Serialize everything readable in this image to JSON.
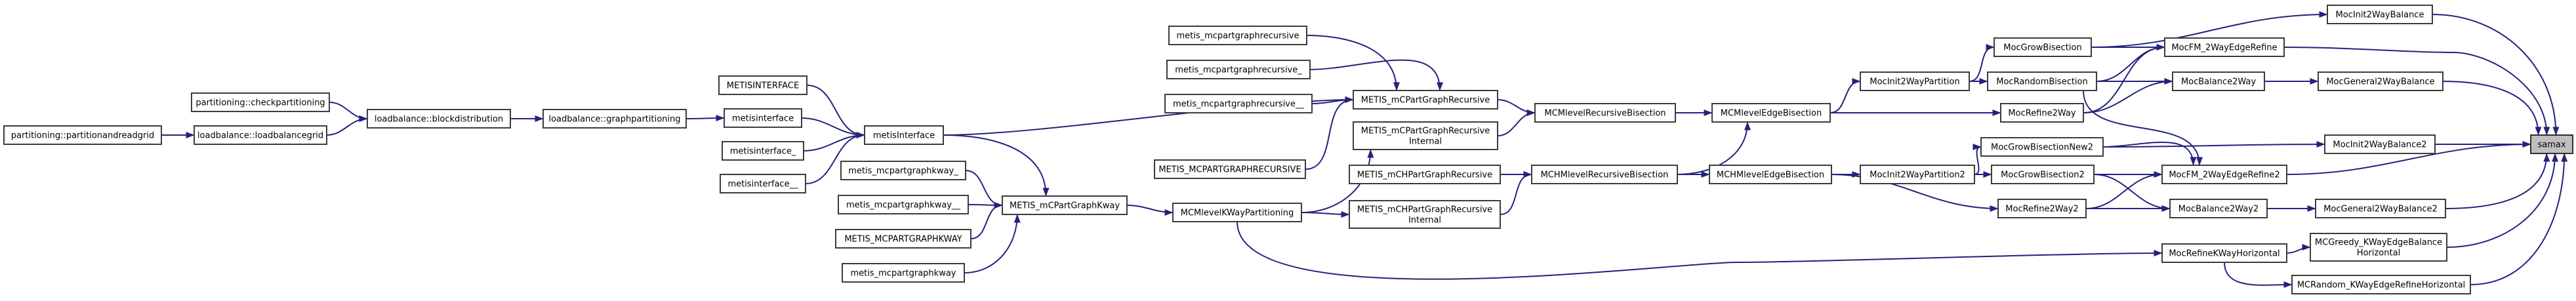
{
  "diagram": {
    "type": "call-graph",
    "direction": "left-to-right",
    "root_function": "samax",
    "background_color": "#ffffff",
    "node_fill": "#ffffff",
    "node_border_color": "#3c3c3c",
    "root_node_fill": "#bfbfbf",
    "edge_color": "#23237d",
    "text_color": "#000000"
  },
  "nodes": [
    {
      "id": "n01",
      "label": "partitioning::partitionandreadgrid"
    },
    {
      "id": "n02",
      "label": "partitioning::checkpartitioning"
    },
    {
      "id": "n03",
      "label": "loadbalance::loadbalancegrid"
    },
    {
      "id": "n04",
      "label": "loadbalance::blockdistribution"
    },
    {
      "id": "n05",
      "label": "loadbalance::graphpartitioning"
    },
    {
      "id": "n06",
      "label": "METISINTERFACE"
    },
    {
      "id": "n07",
      "label": "metisinterface"
    },
    {
      "id": "n08",
      "label": "metisinterface_"
    },
    {
      "id": "n09",
      "label": "metisinterface__"
    },
    {
      "id": "n10",
      "label": "metisInterface"
    },
    {
      "id": "n11",
      "label": "metis_mcpartgraphkway_"
    },
    {
      "id": "n12",
      "label": "metis_mcpartgraphkway__"
    },
    {
      "id": "n13",
      "label": "METIS_MCPARTGRAPHKWAY"
    },
    {
      "id": "n14",
      "label": "metis_mcpartgraphkway"
    },
    {
      "id": "n15",
      "label": "metis_mcpartgraphrecursive"
    },
    {
      "id": "n16",
      "label": "metis_mcpartgraphrecursive_"
    },
    {
      "id": "n17",
      "label": "metis_mcpartgraphrecursive__"
    },
    {
      "id": "n18",
      "label": "METIS_MCPARTGRAPHRECURSIVE"
    },
    {
      "id": "n19",
      "label": "METIS_mCPartGraphKway"
    },
    {
      "id": "n20",
      "label": "MCMlevelKWayPartitioning"
    },
    {
      "id": "n21",
      "label": "METIS_mCPartGraphRecursive"
    },
    {
      "id": "n22",
      "label": [
        "METIS_mCPartGraphRecursive",
        "Internal"
      ]
    },
    {
      "id": "n23",
      "label": "METIS_mCHPartGraphRecursive"
    },
    {
      "id": "n24",
      "label": [
        "METIS_mCHPartGraphRecursive",
        "Internal"
      ]
    },
    {
      "id": "n25",
      "label": "MCMlevelRecursiveBisection"
    },
    {
      "id": "n26",
      "label": "MCHMlevelRecursiveBisection"
    },
    {
      "id": "n27",
      "label": "MCMlevelEdgeBisection"
    },
    {
      "id": "n28",
      "label": "MCHMlevelEdgeBisection"
    },
    {
      "id": "n29",
      "label": "MocInit2WayPartition"
    },
    {
      "id": "n30",
      "label": "MocInit2WayPartition2"
    },
    {
      "id": "n31",
      "label": "MocGrowBisection"
    },
    {
      "id": "n32",
      "label": "MocRandomBisection"
    },
    {
      "id": "n33",
      "label": "MocRefine2Way"
    },
    {
      "id": "n34",
      "label": "MocGrowBisectionNew2"
    },
    {
      "id": "n35",
      "label": "MocGrowBisection2"
    },
    {
      "id": "n36",
      "label": "MocRefine2Way2"
    },
    {
      "id": "n37",
      "label": "MocRefineKWayHorizontal"
    },
    {
      "id": "n38",
      "label": "MocFM_2WayEdgeRefine"
    },
    {
      "id": "n39",
      "label": "MocBalance2Way"
    },
    {
      "id": "n40",
      "label": "MocFM_2WayEdgeRefine2"
    },
    {
      "id": "n41",
      "label": "MocBalance2Way2"
    },
    {
      "id": "n42",
      "label": "MocInit2WayBalance"
    },
    {
      "id": "n43",
      "label": "MocGeneral2WayBalance"
    },
    {
      "id": "n44",
      "label": "MocInit2WayBalance2"
    },
    {
      "id": "n45",
      "label": "MocGeneral2WayBalance2"
    },
    {
      "id": "n46",
      "label": [
        "MCGreedy_KWayEdgeBalance",
        "Horizontal"
      ]
    },
    {
      "id": "n47",
      "label": "MCRandom_KWayEdgeRefineHorizontal"
    },
    {
      "id": "n48",
      "label": "samax",
      "root": true
    }
  ],
  "edges": [
    {
      "from": "n02",
      "to": "n04"
    },
    {
      "from": "n01",
      "to": "n03"
    },
    {
      "from": "n03",
      "to": "n04"
    },
    {
      "from": "n04",
      "to": "n05"
    },
    {
      "from": "n05",
      "to": "n07"
    },
    {
      "from": "n06",
      "to": "n10"
    },
    {
      "from": "n07",
      "to": "n10"
    },
    {
      "from": "n08",
      "to": "n10"
    },
    {
      "from": "n09",
      "to": "n10"
    },
    {
      "from": "n10",
      "to": "n21"
    },
    {
      "from": "n10",
      "to": "n19"
    },
    {
      "from": "n11",
      "to": "n19"
    },
    {
      "from": "n12",
      "to": "n19"
    },
    {
      "from": "n13",
      "to": "n19"
    },
    {
      "from": "n14",
      "to": "n19"
    },
    {
      "from": "n15",
      "to": "n21"
    },
    {
      "from": "n16",
      "to": "n21"
    },
    {
      "from": "n17",
      "to": "n21"
    },
    {
      "from": "n18",
      "to": "n21"
    },
    {
      "from": "n19",
      "to": "n20"
    },
    {
      "from": "n20",
      "to": "n22"
    },
    {
      "from": "n20",
      "to": "n24"
    },
    {
      "from": "n20",
      "to": "n37"
    },
    {
      "from": "n21",
      "to": "n25"
    },
    {
      "from": "n22",
      "to": "n25"
    },
    {
      "from": "n23",
      "to": "n26"
    },
    {
      "from": "n24",
      "to": "n26"
    },
    {
      "from": "n25",
      "to": "n27"
    },
    {
      "from": "n26",
      "to": "n27"
    },
    {
      "from": "n26",
      "to": "n28"
    },
    {
      "from": "n27",
      "to": "n29"
    },
    {
      "from": "n27",
      "to": "n33"
    },
    {
      "from": "n28",
      "to": "n30"
    },
    {
      "from": "n28",
      "to": "n36"
    },
    {
      "from": "n29",
      "to": "n31"
    },
    {
      "from": "n29",
      "to": "n32"
    },
    {
      "from": "n31",
      "to": "n38"
    },
    {
      "from": "n31",
      "to": "n42"
    },
    {
      "from": "n32",
      "to": "n39"
    },
    {
      "from": "n32",
      "to": "n38"
    },
    {
      "from": "n32",
      "to": "n40"
    },
    {
      "from": "n33",
      "to": "n38"
    },
    {
      "from": "n33",
      "to": "n39"
    },
    {
      "from": "n30",
      "to": "n34"
    },
    {
      "from": "n30",
      "to": "n35"
    },
    {
      "from": "n34",
      "to": "n44"
    },
    {
      "from": "n34",
      "to": "n40"
    },
    {
      "from": "n35",
      "to": "n40"
    },
    {
      "from": "n35",
      "to": "n41"
    },
    {
      "from": "n36",
      "to": "n40"
    },
    {
      "from": "n36",
      "to": "n41"
    },
    {
      "from": "n39",
      "to": "n43"
    },
    {
      "from": "n41",
      "to": "n45"
    },
    {
      "from": "n37",
      "to": "n46"
    },
    {
      "from": "n37",
      "to": "n47"
    },
    {
      "from": "n42",
      "to": "n48"
    },
    {
      "from": "n38",
      "to": "n48"
    },
    {
      "from": "n43",
      "to": "n48"
    },
    {
      "from": "n44",
      "to": "n48"
    },
    {
      "from": "n40",
      "to": "n48"
    },
    {
      "from": "n45",
      "to": "n48"
    },
    {
      "from": "n46",
      "to": "n48"
    },
    {
      "from": "n47",
      "to": "n48"
    }
  ]
}
